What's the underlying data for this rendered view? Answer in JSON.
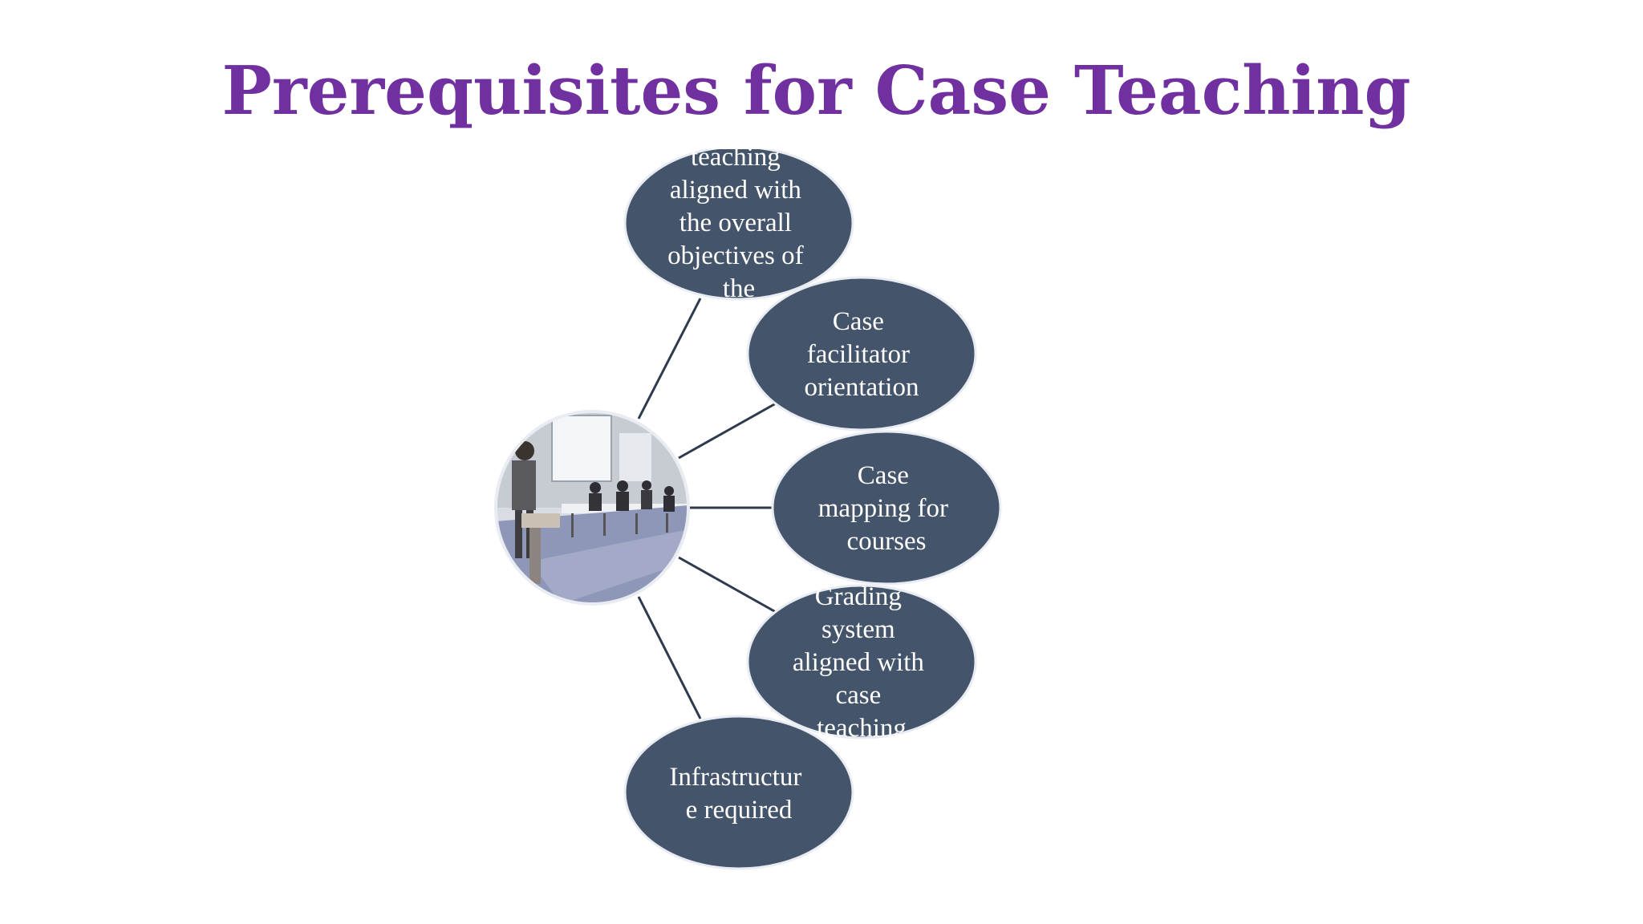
{
  "slide": {
    "title": "Prerequisites for Case Teaching"
  },
  "diagram": {
    "type": "radial",
    "hub": {
      "image": "classroom-presentation-photo"
    },
    "nodes": [
      {
        "id": "objectives",
        "lines": [
          "teaching",
          "aligned with",
          "the overall",
          "objectives of",
          "the"
        ]
      },
      {
        "id": "facilitator",
        "lines": [
          "Case",
          "facilitator",
          "orientation"
        ]
      },
      {
        "id": "mapping",
        "lines": [
          "Case",
          "mapping for",
          "courses"
        ]
      },
      {
        "id": "grading",
        "lines": [
          "Grading",
          "system",
          "aligned with",
          "case",
          "teaching"
        ]
      },
      {
        "id": "infrastructure",
        "lines": [
          "Infrastructur",
          "e required"
        ]
      }
    ],
    "colors": {
      "title": "#7030a0",
      "node_fill": "#44546a",
      "node_text": "#ffffff",
      "connector": "#2f3a4f"
    }
  }
}
